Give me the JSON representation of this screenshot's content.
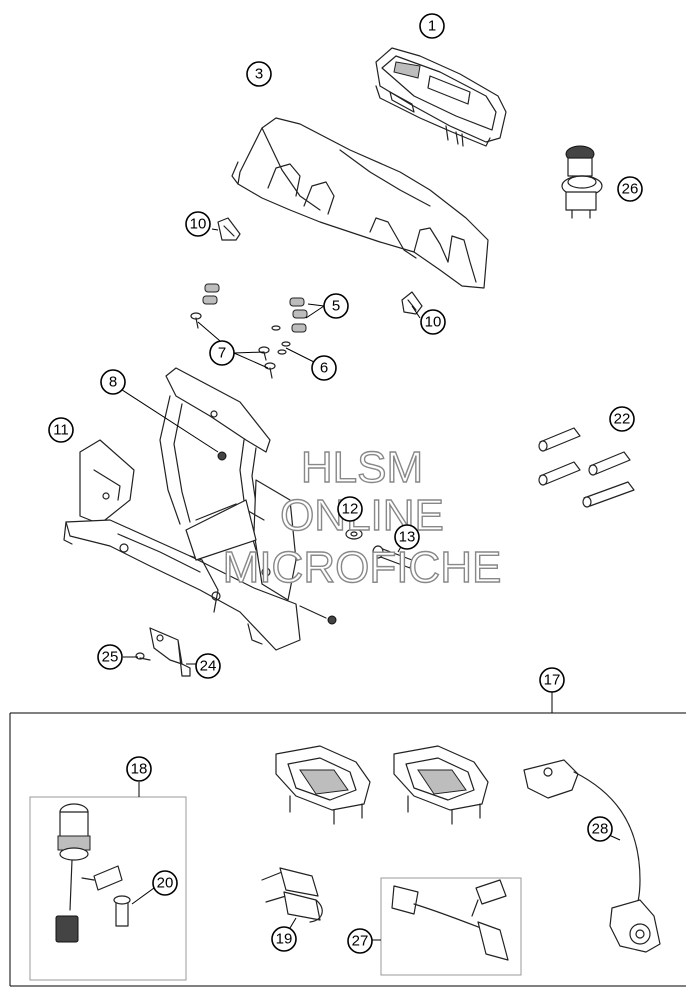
{
  "watermark": {
    "line1": "HLSM",
    "line2": "ONLINE",
    "line3": "MICROFICHE"
  },
  "callouts": [
    {
      "id": "1",
      "label": "1"
    },
    {
      "id": "3",
      "label": "3"
    },
    {
      "id": "26",
      "label": "26"
    },
    {
      "id": "10a",
      "label": "10"
    },
    {
      "id": "5",
      "label": "5"
    },
    {
      "id": "10b",
      "label": "10"
    },
    {
      "id": "7",
      "label": "7"
    },
    {
      "id": "6",
      "label": "6"
    },
    {
      "id": "8",
      "label": "8"
    },
    {
      "id": "22",
      "label": "22"
    },
    {
      "id": "11",
      "label": "11"
    },
    {
      "id": "12",
      "label": "12"
    },
    {
      "id": "13",
      "label": "13"
    },
    {
      "id": "25",
      "label": "25"
    },
    {
      "id": "24",
      "label": "24"
    },
    {
      "id": "17",
      "label": "17"
    },
    {
      "id": "18",
      "label": "18"
    },
    {
      "id": "28",
      "label": "28"
    },
    {
      "id": "20",
      "label": "20"
    },
    {
      "id": "19",
      "label": "19"
    },
    {
      "id": "27",
      "label": "27"
    }
  ]
}
